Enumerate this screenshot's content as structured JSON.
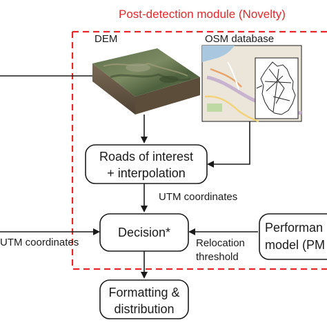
{
  "module": {
    "title": "Post-detection module (Novelty)",
    "border_color": "#e8262a"
  },
  "inputs": {
    "dem_label": "DEM",
    "osm_label": "OSM database"
  },
  "boxes": {
    "roads_line1": "Roads of interest",
    "roads_line2": "+ interpolation",
    "decision": "Decision*",
    "performance_line1": "Performan",
    "performance_line2": "model (PM",
    "formatting_line1": "Formatting &",
    "formatting_line2": "distribution"
  },
  "edge_labels": {
    "utm_upper": "UTM coordinates",
    "utm_left": "UTM coordinates",
    "relocation_line1": "Relocation",
    "relocation_line2": "threshold"
  }
}
